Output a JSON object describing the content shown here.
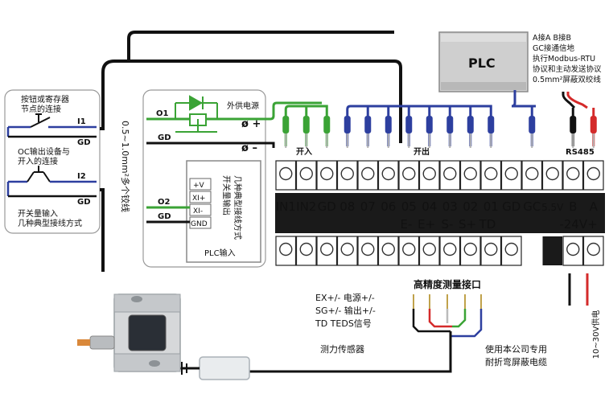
{
  "colors": {
    "green": "#3aa335",
    "blue": "#2d3f9f",
    "black": "#111111",
    "red": "#d42a2a",
    "strip": "#1a1a1a",
    "plc_box": "#cfcfcf"
  },
  "left_panel": {
    "case1_title_1": "按钮或寄存器",
    "case1_title_2": "节点的连接",
    "i1": "I1",
    "gd1": "GD",
    "case2_title_1": "OC输出设备与",
    "case2_title_2": "开入的连接",
    "i2": "I2",
    "gd2": "GD",
    "footer_1": "开关量输入",
    "footer_2": "几种典型接线方式"
  },
  "cable_label": "0.5~1.0mm²多个铰线",
  "mid_panel": {
    "o1": "O1",
    "ext_power": "外供电源",
    "plus": "ø +",
    "gd": "GD",
    "minus": "ø –",
    "o2": "O2",
    "gd2": "GD",
    "plc_pins": [
      "+V",
      "XI+",
      "XI-",
      "GND"
    ],
    "plc_vertical_1": "开关量输出",
    "plc_vertical_2": "几种典型接线方式",
    "plc_input": "PLC输入"
  },
  "plc": {
    "label": "PLC",
    "notes": [
      "A接A B接B",
      "GC接通信地",
      "执行Modbus-RTU",
      "协议和主动发送协议",
      "0.5mm²屏蔽双绞线"
    ]
  },
  "connector": {
    "group_kairu": "开入",
    "group_kaichu": "开出",
    "group_rs485": "RS485",
    "top_labels": [
      "IN1",
      "IN2",
      "GD",
      "08",
      "07",
      "06",
      "05",
      "04",
      "03",
      "02",
      "01",
      "GD",
      "GC",
      "5.5V",
      "B",
      "A"
    ],
    "bottom_labels": [
      "E-",
      "E+",
      "S-",
      "S+",
      "TD",
      "-24V+"
    ]
  },
  "sensor_section": {
    "interface_title": "高精度测量接口",
    "pin_desc_1": "EX+/-  电源+/-",
    "pin_desc_2": "SG+/-  输出+/-",
    "pin_desc_3": "TD  TEDS信号",
    "sensor_label": "测力传感器",
    "cable_note_1": "使用本公司专用",
    "cable_note_2": "耐折弯屏蔽电缆",
    "supply_label": "10~30V供电"
  }
}
